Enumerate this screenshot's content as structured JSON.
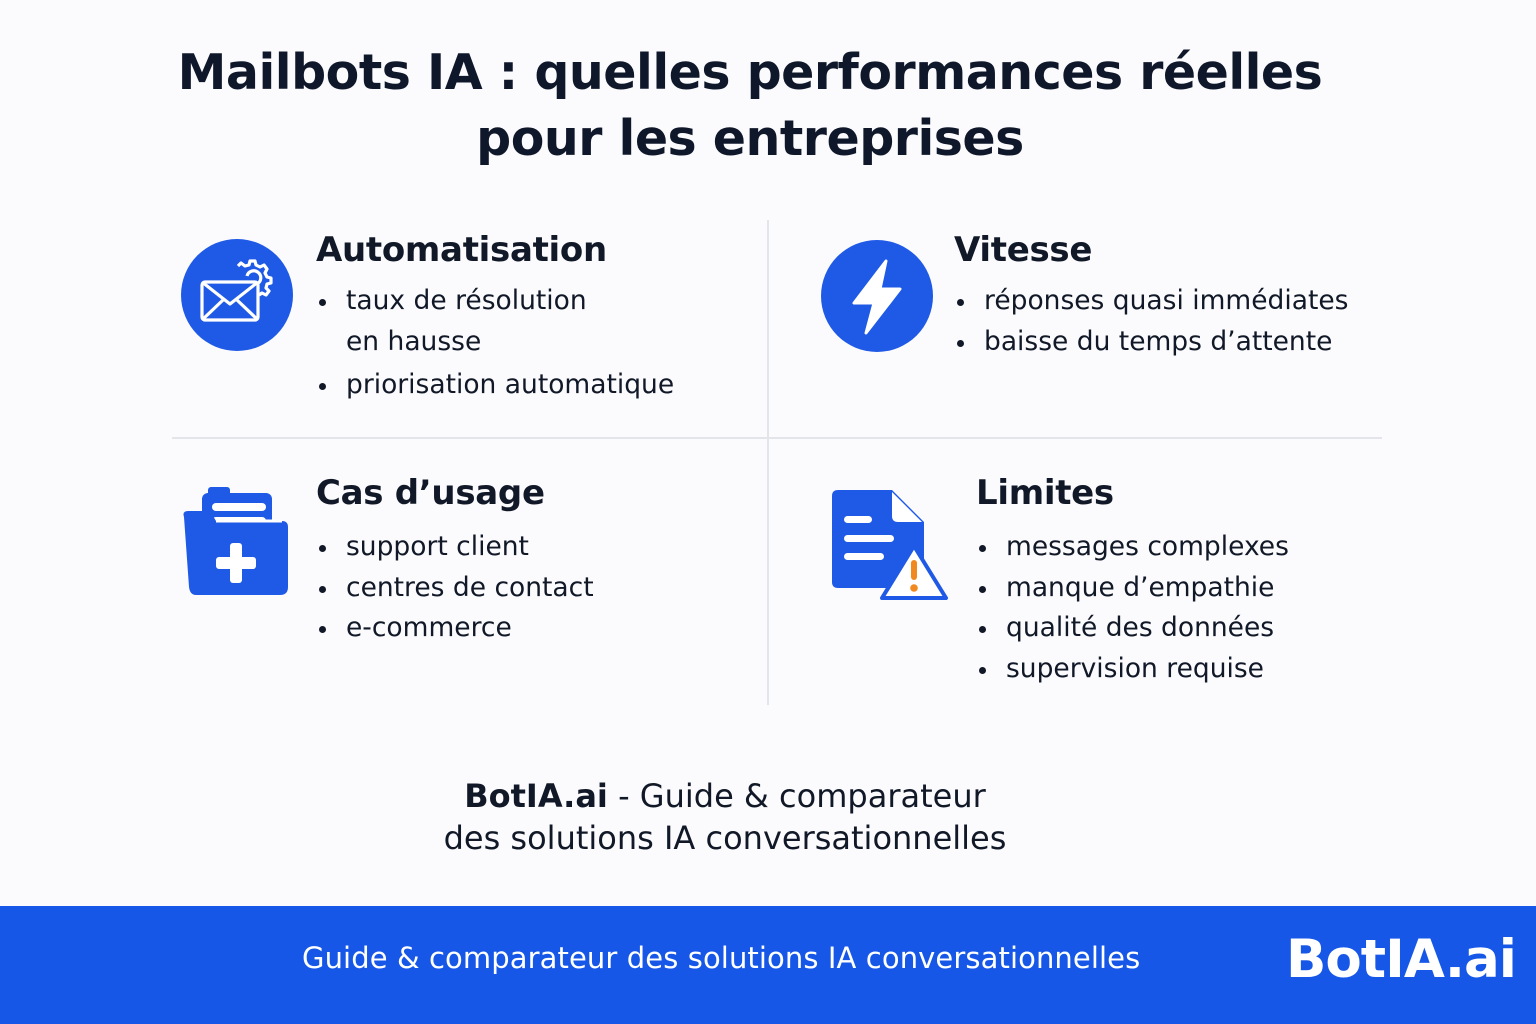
{
  "title": {
    "line1": "Mailbots IA : quelles performances réelles",
    "line2": "pour les entreprises"
  },
  "colors": {
    "accent": "#1657e8",
    "icon_blue": "#1f5ae6",
    "warning": "#f0891f",
    "text": "#111827",
    "divider": "#e3e5ea"
  },
  "sections": [
    {
      "heading": "Automatisation",
      "icon": "mail-gear-icon",
      "items": [
        "taux de résolution\nen hausse",
        "priorisation automatique"
      ]
    },
    {
      "heading": "Vitesse",
      "icon": "lightning-bolt-icon",
      "items": [
        "réponses quasi immédiates",
        "baisse du temps d’attente"
      ]
    },
    {
      "heading": "Cas d’usage",
      "icon": "folder-plus-icon",
      "items": [
        "support client",
        "centres de contact",
        "e-commerce"
      ]
    },
    {
      "heading": "Limites",
      "icon": "document-warning-icon",
      "items": [
        "messages complexes",
        "manque d’empathie",
        "qualité des données",
        "supervision requise"
      ]
    }
  ],
  "tagline": {
    "brand": "BotIA.ai",
    "rest_line1": " - Guide & comparateur",
    "line2": "des solutions IA conversationnelles"
  },
  "band": {
    "text": "Guide & comparateur des solutions IA conversationnelles",
    "brand": "BotIA.ai"
  }
}
